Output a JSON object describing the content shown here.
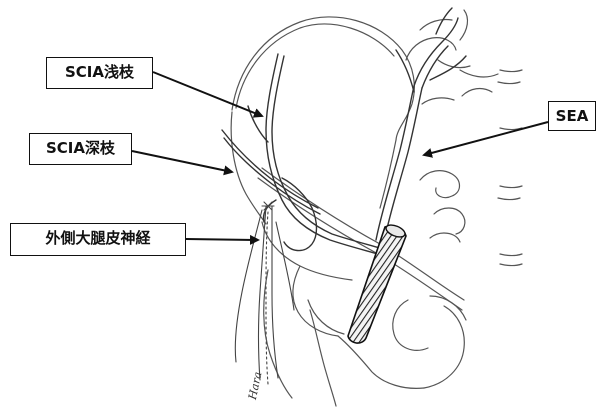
{
  "labels": {
    "scia_superficial": "SCIA浅枝",
    "scia_deep": "SCIA深枝",
    "lateral_femoral_cutaneous_nerve": "外側大腿皮神経",
    "sea": "SEA"
  },
  "signature": "Hara",
  "colors": {
    "ink": "#111111",
    "sketch": "#555555"
  }
}
